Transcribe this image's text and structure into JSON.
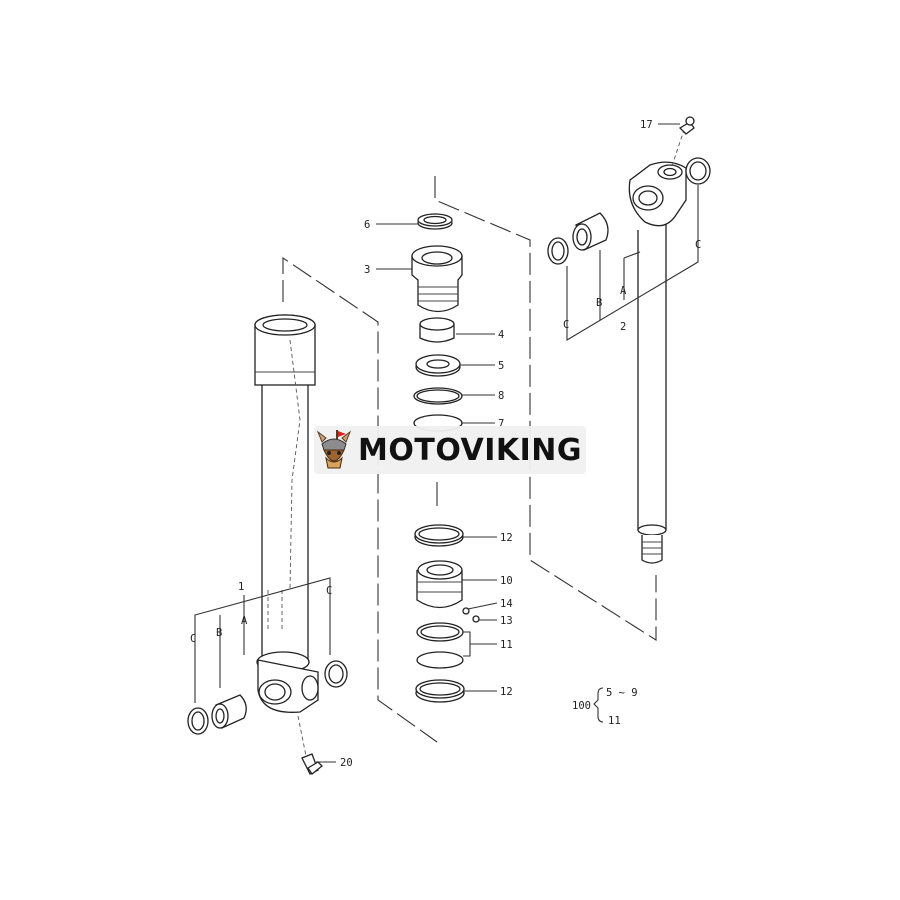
{
  "watermark": {
    "text": "MOTOVIKING"
  },
  "callouts": {
    "n1": "1",
    "n2": "2",
    "n3": "3",
    "n4": "4",
    "n5": "5",
    "n6": "6",
    "n7": "7",
    "n8": "8",
    "n10": "10",
    "n11": "11",
    "n12a": "12",
    "n12b": "12",
    "n13": "13",
    "n14": "14",
    "n17": "17",
    "n20": "20",
    "A_left": "A",
    "B_left": "B",
    "C_left1": "C",
    "C_left2": "C",
    "A_right": "A",
    "B_right": "B",
    "C_right1": "C",
    "C_right2": "C"
  },
  "kit": {
    "number": "100",
    "line1": "5 ~ 9",
    "line2": "11"
  }
}
